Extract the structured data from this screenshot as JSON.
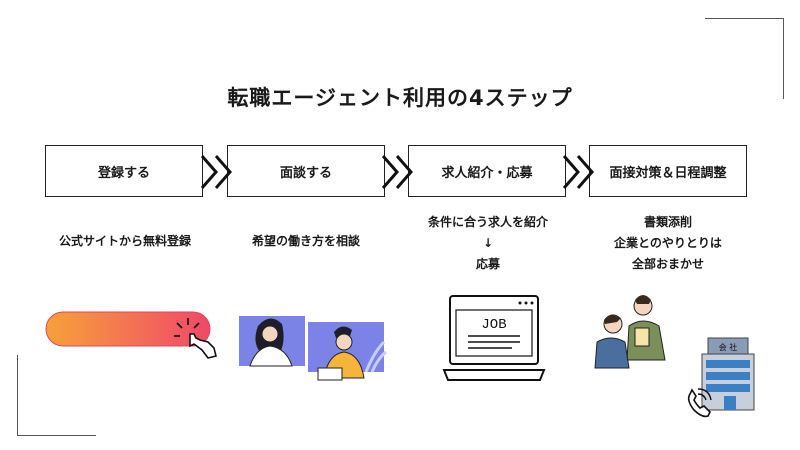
{
  "title": "転職エージェント利用の4ステップ",
  "steps": [
    {
      "label": "登録する",
      "description": [
        "公式サイトから無料登録"
      ]
    },
    {
      "label": "面談する",
      "description": [
        "希望の働き方を相談"
      ]
    },
    {
      "label": "求人紹介・応募",
      "description": [
        "条件に合う求人を紹介",
        "↓",
        "応募"
      ]
    },
    {
      "label": "面接対策＆日程調整",
      "description": [
        "書類添削",
        "企業とのやりとりは",
        "全部おまかせ"
      ]
    }
  ],
  "illustrations": {
    "laptop_screen_text": "JOB",
    "building_sign": "会 社"
  },
  "colors": {
    "button_gradient_start": "#f7a13a",
    "button_gradient_end": "#f0486a",
    "video_panel": "#7b84e6",
    "person_shirt": "#f5b43a"
  }
}
